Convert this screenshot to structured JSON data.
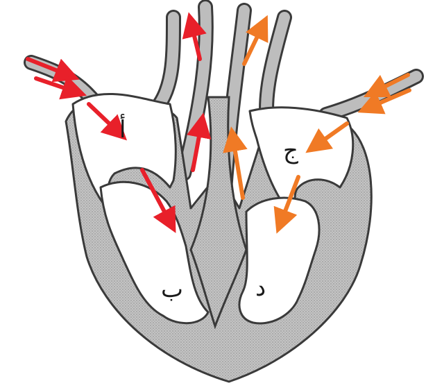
{
  "labels": {
    "alef": "أ",
    "ba": "ب",
    "jeem": "ج",
    "dal": "د"
  },
  "colors": {
    "deoxygenated_flow": "#e8202a",
    "oxygenated_flow": "#f07a25",
    "tissue": "#bdbdbd",
    "outline": "#3a3a3a"
  }
}
